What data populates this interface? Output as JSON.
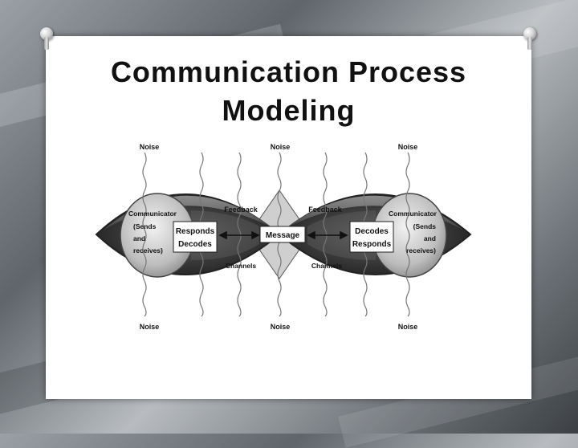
{
  "slide": {
    "title_line1": "Communication Process",
    "title_line2": "Modeling"
  },
  "diagram": {
    "noise_label": "Noise",
    "feedback_label": "Feedback",
    "channels_label": "Channels",
    "message_label": "Message",
    "left_comm": {
      "title": "Communicator",
      "line1": "(Sends",
      "line2": "and",
      "line3": "receives)",
      "action1": "Responds",
      "action2": "Decodes"
    },
    "right_comm": {
      "title": "Communicator",
      "line1": "(Sends",
      "line2": "and",
      "line3": "receives)",
      "action1": "Decodes",
      "action2": "Responds"
    }
  }
}
